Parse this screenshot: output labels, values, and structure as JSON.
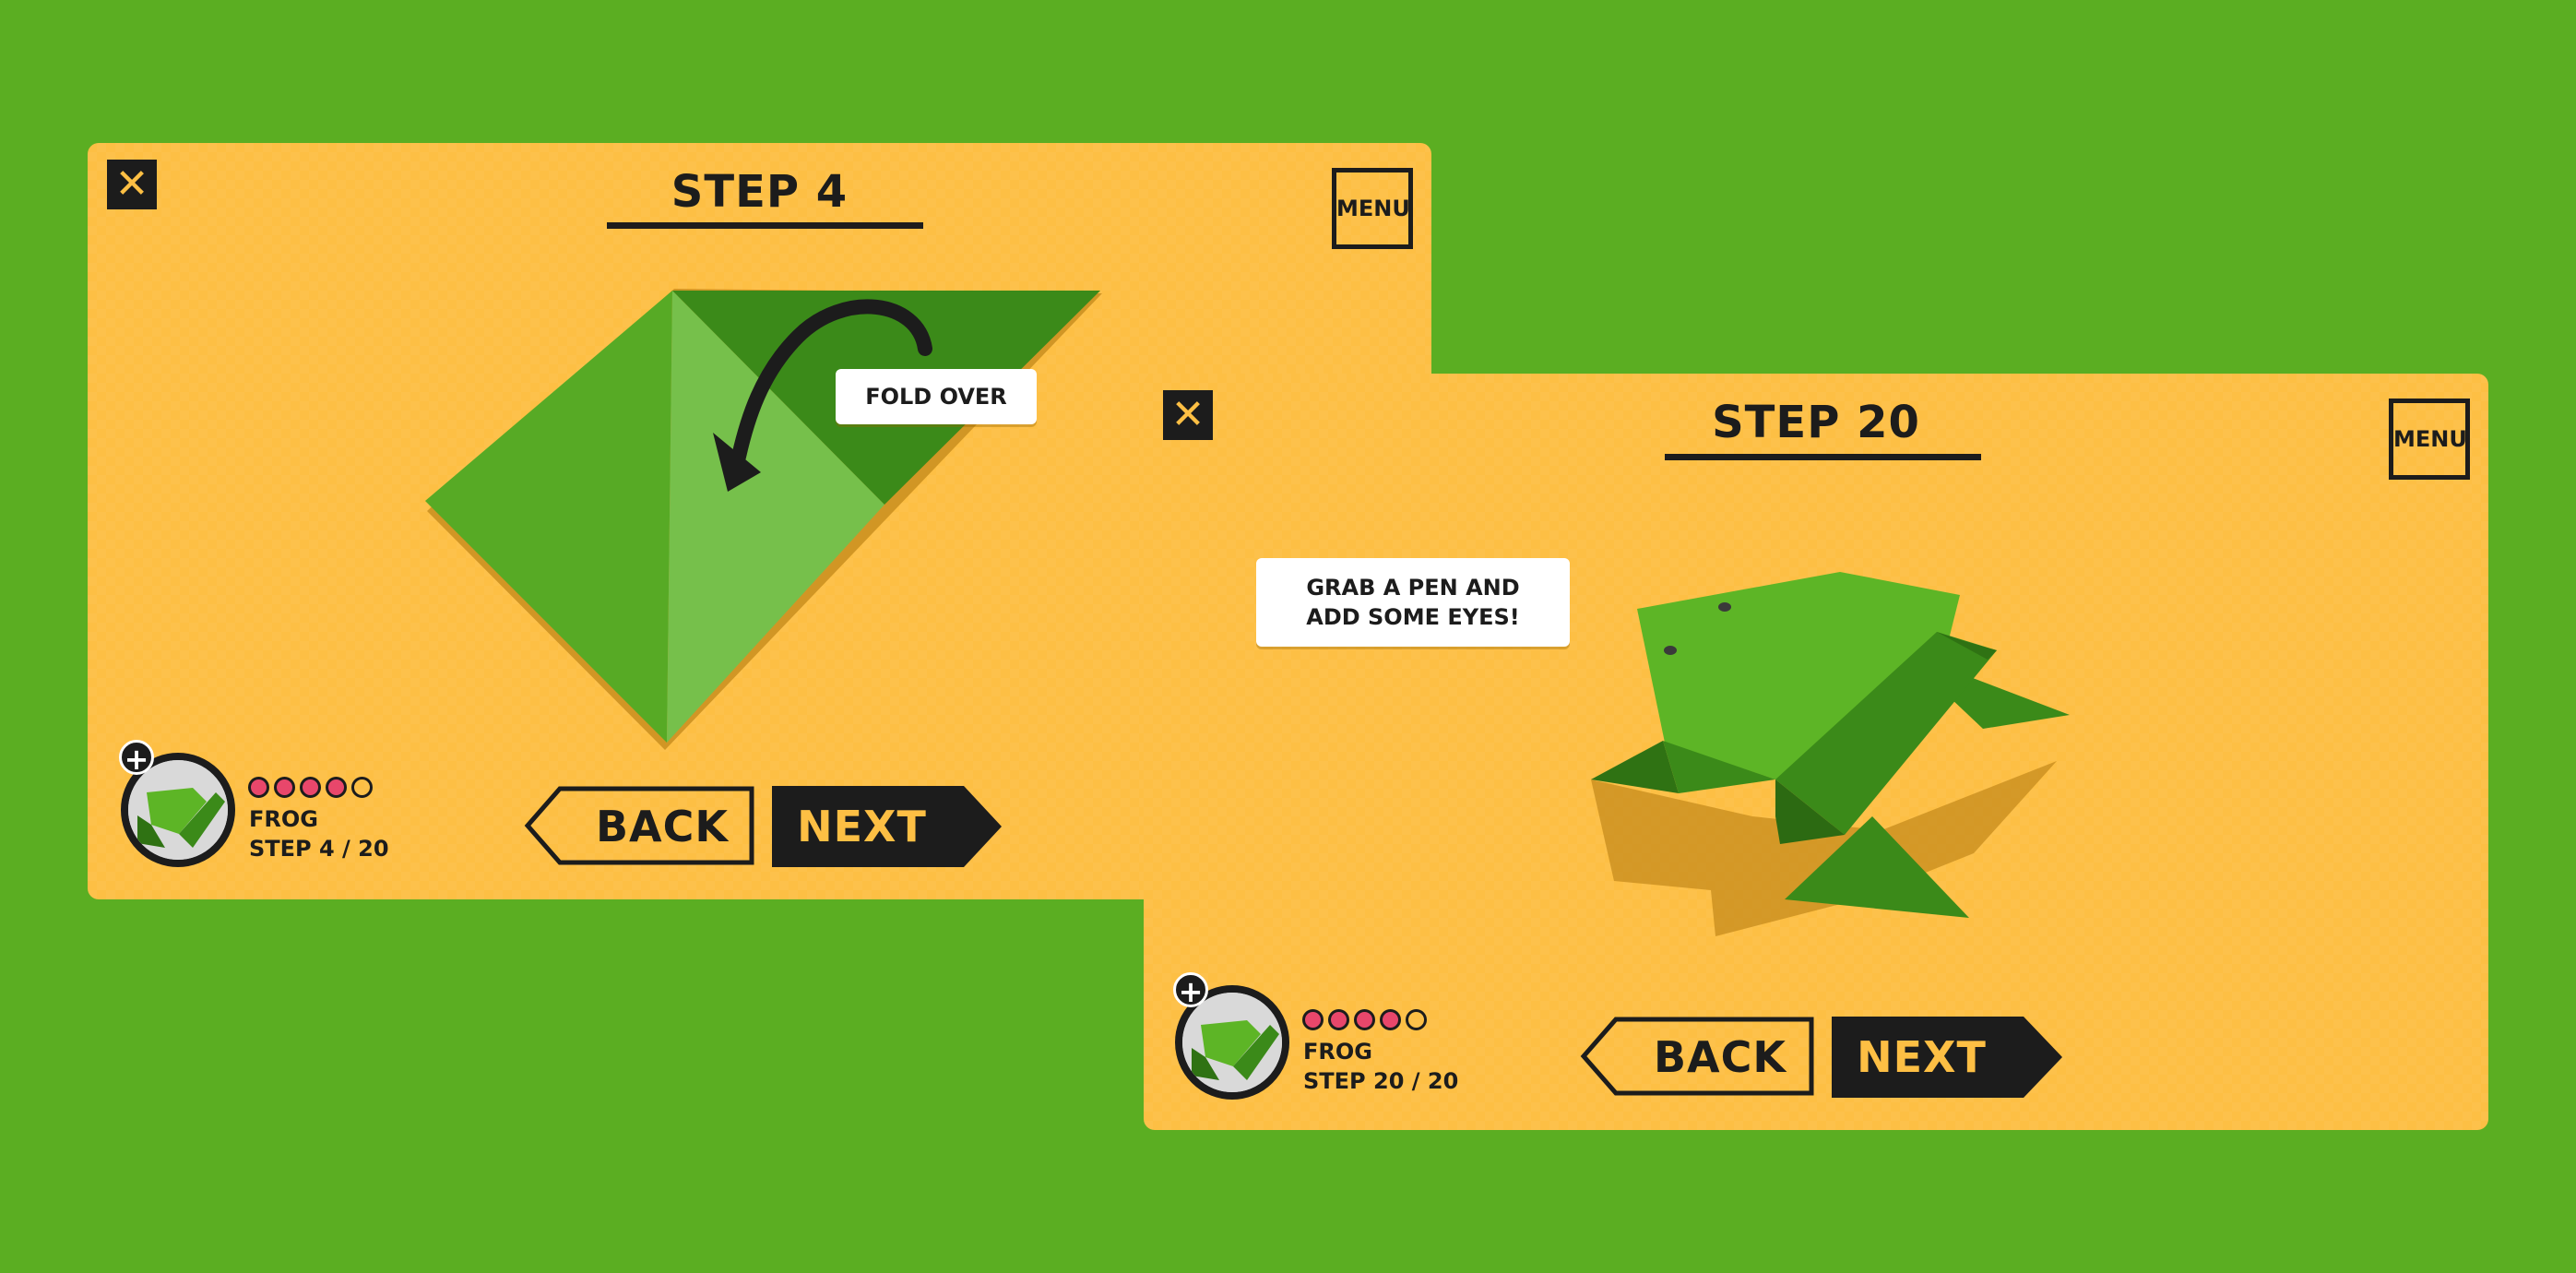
{
  "background_color": "#5bae22",
  "panel_color": "#fdbf44",
  "accent_dark": "#1c1c1c",
  "progress_fill_color": "#e8476b",
  "cards": [
    {
      "close_icon": "close-icon",
      "title": "STEP 4",
      "menu_label": "MENU",
      "callout": "FOLD OVER",
      "badge": {
        "add_icon": "plus-icon",
        "dots_filled": 4,
        "dots_total": 5,
        "name": "FROG",
        "step": "STEP 4 / 20"
      },
      "back_label": "BACK",
      "next_label": "NEXT"
    },
    {
      "close_icon": "close-icon",
      "title": "STEP 20",
      "menu_label": "MENU",
      "callout_lines": [
        "GRAB A PEN AND",
        "ADD SOME EYES!"
      ],
      "badge": {
        "add_icon": "plus-icon",
        "dots_filled": 4,
        "dots_total": 5,
        "name": "FROG",
        "step": "STEP 20 / 20"
      },
      "back_label": "BACK",
      "next_label": "NEXT"
    }
  ]
}
